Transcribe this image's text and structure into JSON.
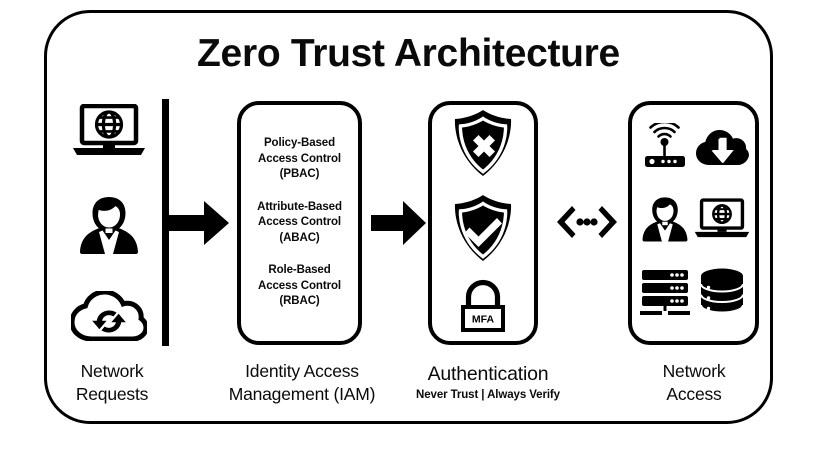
{
  "diagram": {
    "title": "Zero Trust Architecture",
    "type": "flow-diagram",
    "colors": {
      "stroke": "#000000",
      "background": "#ffffff",
      "text": "#0a0a0a"
    },
    "stages": [
      {
        "key": "network_requests",
        "caption": "Network Requests",
        "caption_lines": [
          "Network",
          "Requests"
        ],
        "icons": [
          "laptop-globe-icon",
          "person-user-icon",
          "cloud-sync-icon"
        ]
      },
      {
        "key": "iam",
        "caption": "Identity Access Management (IAM)",
        "caption_lines": [
          "Identity Access",
          "Management (IAM)"
        ],
        "items": [
          {
            "line1": "Policy-Based",
            "line2": "Access Control",
            "line3": "(PBAC)"
          },
          {
            "line1": "Attribute-Based",
            "line2": "Access Control",
            "line3": "(ABAC)"
          },
          {
            "line1": "Role-Based",
            "line2": "Access Control",
            "line3": "(RBAC)"
          }
        ]
      },
      {
        "key": "authentication",
        "caption": "Authentication",
        "subtitle": "Never Trust  |  Always Verify",
        "icons": [
          "shield-deny-icon",
          "shield-approve-icon",
          "padlock-mfa-icon"
        ],
        "padlock_label": "MFA"
      },
      {
        "key": "network_access",
        "caption": "Network Access",
        "caption_lines": [
          "Network",
          "Access"
        ],
        "icons": [
          "wifi-router-icon",
          "cloud-download-icon",
          "person-user-icon",
          "laptop-globe-icon",
          "server-rack-icon",
          "database-icon"
        ]
      }
    ],
    "connectors": [
      {
        "key": "requests-to-iam",
        "name": "arrow-right-icon",
        "direction": "right"
      },
      {
        "key": "iam-to-auth",
        "name": "arrow-right-icon",
        "direction": "right"
      },
      {
        "key": "auth-to-access",
        "name": "bidirectional-dots-icon",
        "direction": "both"
      }
    ]
  }
}
